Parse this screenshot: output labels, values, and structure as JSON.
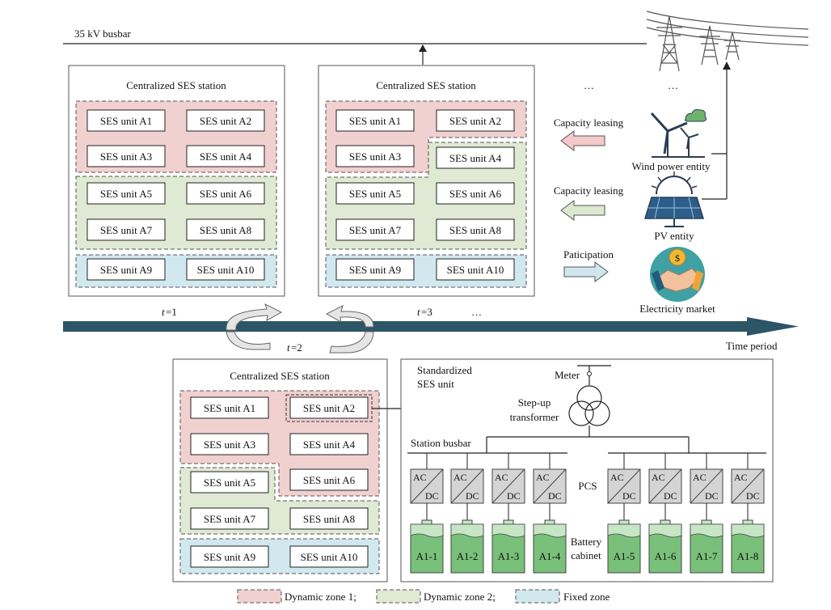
{
  "top": {
    "busbar_label": "35 kV busbar",
    "ellipsis_left": "…",
    "ellipsis_right": "…",
    "station_title": "Centralized SES station"
  },
  "stations": [
    {
      "name": "t1",
      "title": "Centralized SES station",
      "units": [
        "SES unit A1",
        "SES unit A2",
        "SES unit A3",
        "SES unit A4",
        "SES unit A5",
        "SES unit A6",
        "SES unit A7",
        "SES unit A8",
        "SES unit A9",
        "SES unit A10"
      ]
    },
    {
      "name": "t3",
      "title": "Centralized SES station",
      "units": [
        "SES unit A1",
        "SES unit A2",
        "SES unit A3",
        "SES unit A4",
        "SES unit A5",
        "SES unit A6",
        "SES unit A7",
        "SES unit A8",
        "SES unit A9",
        "SES unit A10"
      ]
    },
    {
      "name": "t2",
      "title": "Centralized SES station",
      "units": [
        "SES unit A1",
        "SES unit A2",
        "SES unit A3",
        "SES unit A4",
        "SES unit A5",
        "SES unit A6",
        "SES unit A7",
        "SES unit A8",
        "SES unit A9",
        "SES unit A10"
      ]
    }
  ],
  "timeline": {
    "t1_italic": "t",
    "t1_rest": "=1",
    "t2_italic": "t",
    "t2_rest": "=2",
    "t3_italic": "t",
    "t3_rest": "=3",
    "ellipsis": "…",
    "axis_label": "Time period"
  },
  "right_panel": {
    "capacity_leasing_1": "Capacity leasing",
    "capacity_leasing_2": "Capacity leasing",
    "participation": "Paticipation",
    "wind_entity": "Wind power entity",
    "pv_entity": "PV entity",
    "market": "Electricity market",
    "colors": {
      "arrow_pink": "#f3c9c9",
      "arrow_green": "#dce8cf",
      "arrow_blue": "#cfe6ef"
    }
  },
  "unit_detail": {
    "title_line1": "Standardized",
    "title_line2": "SES unit",
    "meter": "Meter",
    "transformer_line1": "Step-up",
    "transformer_line2": "transformer",
    "station_busbar": "Station busbar",
    "pcs_label": "PCS",
    "battery_label_line1": "Battery",
    "battery_label_line2": "cabinet",
    "pcs_ac": "AC",
    "pcs_dc": "DC",
    "batteries": [
      "A1-1",
      "A1-2",
      "A1-3",
      "A1-4",
      "A1-5",
      "A1-6",
      "A1-7",
      "A1-8"
    ]
  },
  "legend": [
    {
      "label": "Dynamic zone 1;",
      "color": "#f1d0d0"
    },
    {
      "label": "Dynamic zone 2;",
      "color": "#dfe9d3"
    },
    {
      "label": "Fixed zone",
      "color": "#d2e8ef"
    }
  ],
  "colors": {
    "zone1": "#f1d0d0",
    "zone2": "#dfe9d3",
    "zone3": "#d2e8ef",
    "timeline": "#2c5566",
    "battery": "#79c07a"
  }
}
